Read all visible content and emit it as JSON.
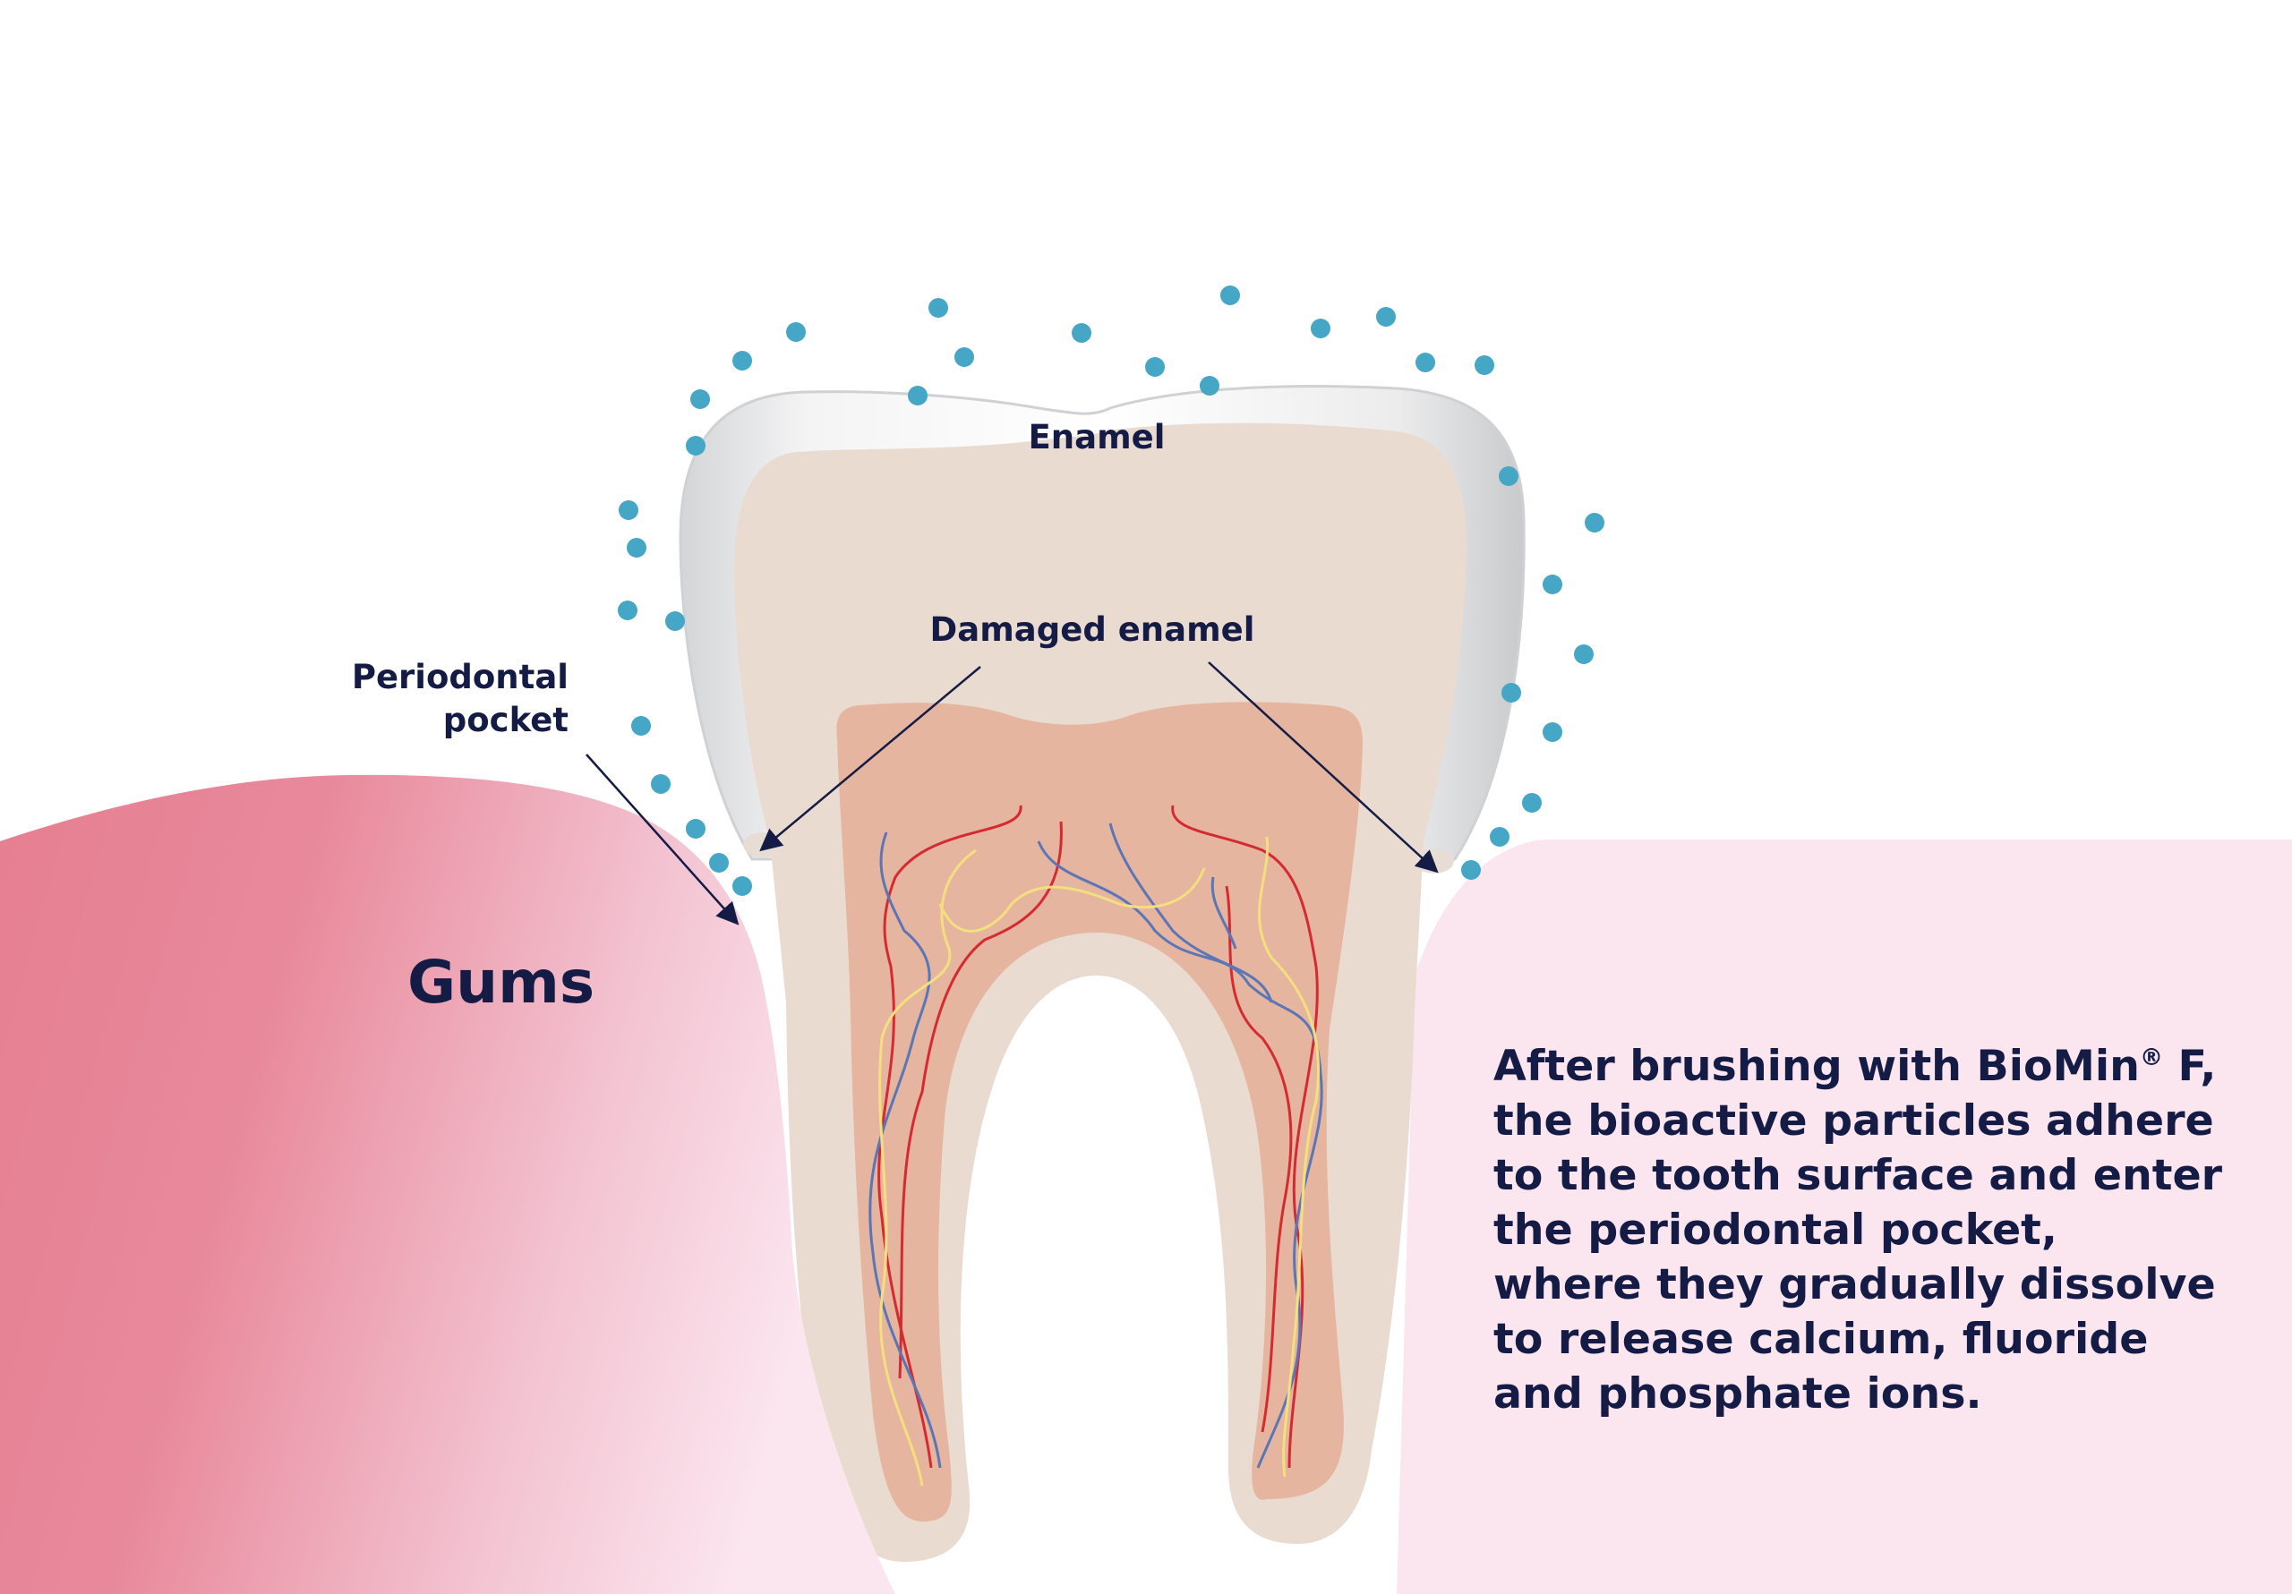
{
  "labels": {
    "enamel": "Enamel",
    "damaged_enamel": "Damaged enamel",
    "periodontal_pocket": [
      "Periodontal",
      "pocket"
    ],
    "gums": "Gums"
  },
  "caption": {
    "line1_before": "After brushing with BioMin",
    "line1_sup": "®",
    "line1_after": " F,",
    "lines": [
      "the bioactive particles adhere",
      "to the tooth surface and enter",
      "the periodontal pocket,",
      "where they gradually dissolve",
      "to release calcium, fluoride",
      "and phosphate ions."
    ]
  },
  "colors": {
    "text": "#141c45",
    "gum_left": "#e57f91",
    "gum_right": "#fbe5ef",
    "enamel": "#dedfe0",
    "dentin": "#eadbd0",
    "pulp": "#e5b59f",
    "particles": "#45a7c5",
    "nerve_red": "#d42a30",
    "nerve_blue": "#5b76b6",
    "nerve_yellow": "#f4df7f"
  },
  "icons": {
    "arrows": "arrow-pointer",
    "particles": "bioactive-particle-dot"
  }
}
